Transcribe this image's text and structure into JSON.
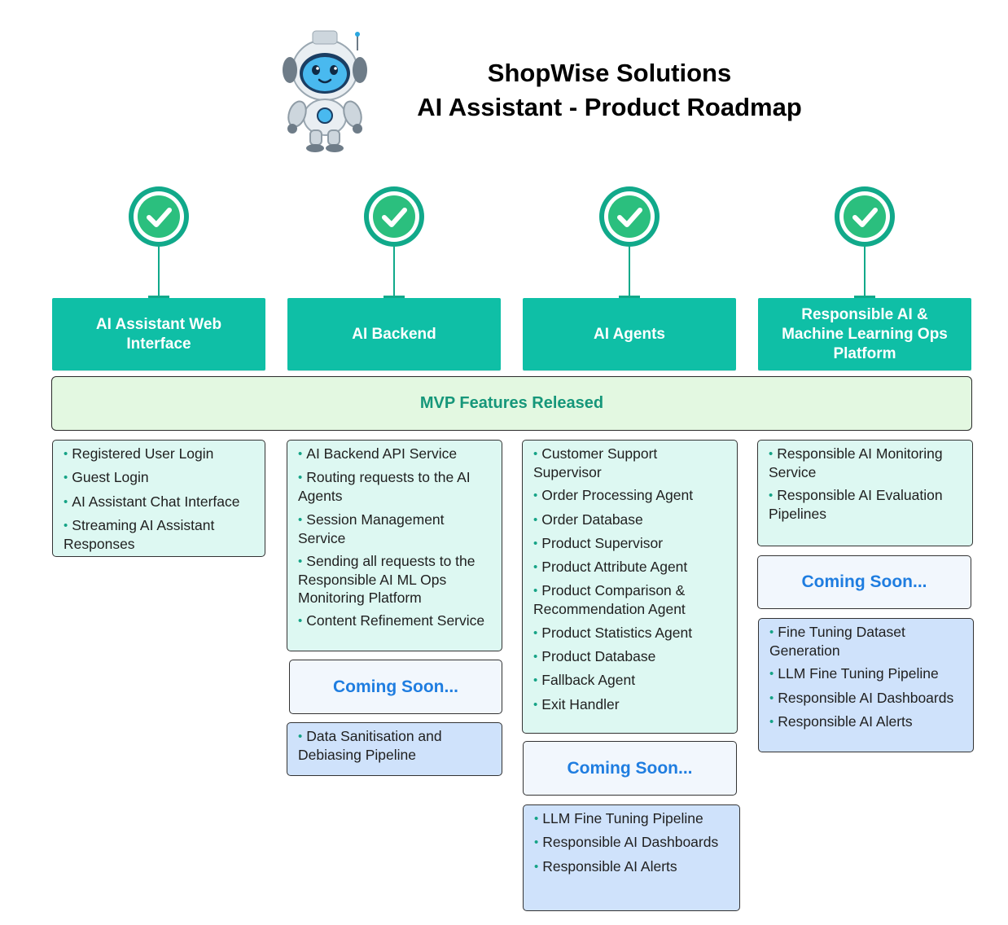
{
  "header": {
    "title_line1": "ShopWise Solutions",
    "title_line2": "AI Assistant - Product Roadmap",
    "mascot_icon": "robot-icon"
  },
  "status_icon": "check-circle-icon",
  "colors": {
    "teal": "#0fbfa6",
    "badge_green": "#2bbf7e",
    "mvp_band_bg": "#e3f8e1",
    "mvp_text": "#16977a",
    "released_list_bg": "#ddf8f2",
    "upcoming_list_bg": "#cfe2fb",
    "coming_soon_text": "#1f7de0"
  },
  "mvp_banner": "MVP Features Released",
  "columns": [
    {
      "title": "AI Assistant Web Interface",
      "released": [
        "Registered User Login",
        "Guest Login",
        "AI Assistant Chat Interface",
        "Streaming AI Assistant Responses"
      ]
    },
    {
      "title": "AI Backend",
      "released": [
        "AI Backend API Service",
        "Routing requests to the AI Agents",
        "Session Management Service",
        "Sending all requests to the Responsible AI ML Ops Monitoring Platform",
        "Content Refinement Service"
      ],
      "coming_soon_label": "Coming Soon...",
      "coming_soon": [
        "Data Sanitisation and Debiasing Pipeline"
      ]
    },
    {
      "title": "AI Agents",
      "released": [
        "Customer Support Supervisor",
        "Order Processing Agent",
        "Order Database",
        "Product Supervisor",
        "Product Attribute Agent",
        "Product Comparison & Recommendation Agent",
        "Product Statistics Agent",
        "Product Database",
        "Fallback Agent",
        "Exit Handler"
      ],
      "coming_soon_label": "Coming Soon...",
      "coming_soon": [
        "LLM Fine Tuning Pipeline",
        "Responsible AI Dashboards",
        "Responsible AI Alerts"
      ]
    },
    {
      "title": "Responsible AI & Machine Learning Ops Platform",
      "released": [
        "Responsible AI Monitoring Service",
        "Responsible AI Evaluation Pipelines"
      ],
      "coming_soon_label": "Coming Soon...",
      "coming_soon": [
        "Fine Tuning Dataset Generation",
        "LLM Fine Tuning Pipeline",
        "Responsible AI Dashboards",
        "Responsible AI Alerts"
      ]
    }
  ]
}
